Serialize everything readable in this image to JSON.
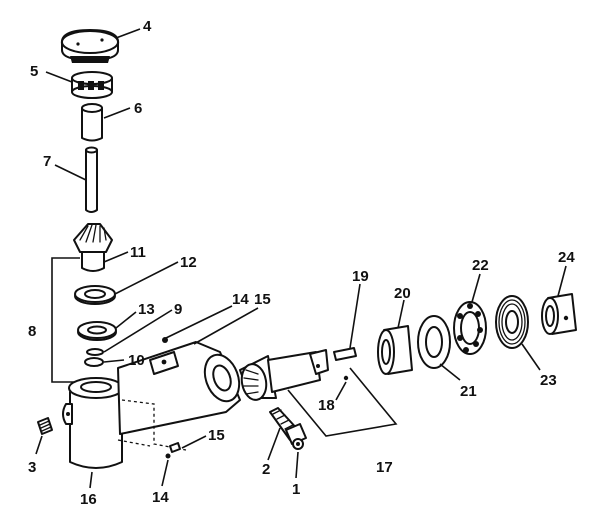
{
  "callouts": [
    {
      "id": "c1",
      "label": "1"
    },
    {
      "id": "c2",
      "label": "2"
    },
    {
      "id": "c3",
      "label": "3"
    },
    {
      "id": "c4",
      "label": "4"
    },
    {
      "id": "c5",
      "label": "5"
    },
    {
      "id": "c6",
      "label": "6"
    },
    {
      "id": "c7",
      "label": "7"
    },
    {
      "id": "c8",
      "label": "8"
    },
    {
      "id": "c9",
      "label": "9"
    },
    {
      "id": "c10",
      "label": "10"
    },
    {
      "id": "c11",
      "label": "11"
    },
    {
      "id": "c12",
      "label": "12"
    },
    {
      "id": "c13",
      "label": "13"
    },
    {
      "id": "c14a",
      "label": "14"
    },
    {
      "id": "c14b",
      "label": "14"
    },
    {
      "id": "c15a",
      "label": "15"
    },
    {
      "id": "c15b",
      "label": "15"
    },
    {
      "id": "c16",
      "label": "16"
    },
    {
      "id": "c17",
      "label": "17"
    },
    {
      "id": "c18",
      "label": "18"
    },
    {
      "id": "c19",
      "label": "19"
    },
    {
      "id": "c20",
      "label": "20"
    },
    {
      "id": "c21",
      "label": "21"
    },
    {
      "id": "c22",
      "label": "22"
    },
    {
      "id": "c23",
      "label": "23"
    },
    {
      "id": "c24",
      "label": "24"
    }
  ]
}
